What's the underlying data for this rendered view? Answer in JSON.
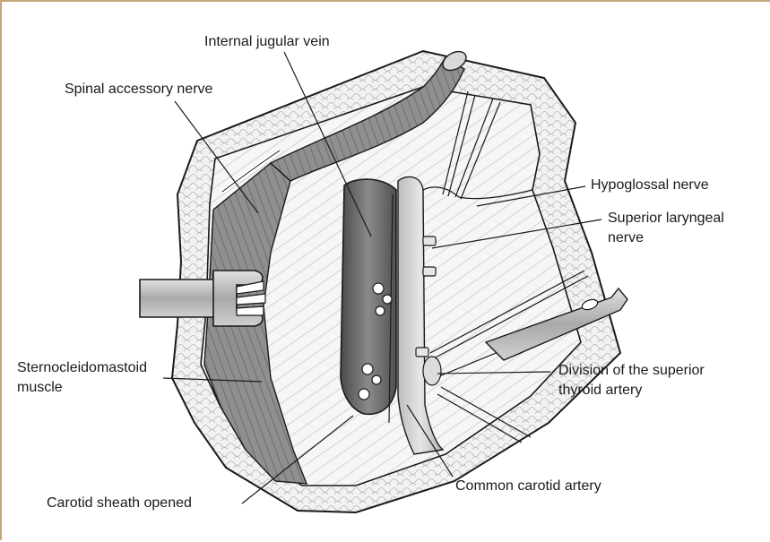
{
  "figure": {
    "labels": {
      "internal_jugular_vein": "Internal jugular vein",
      "spinal_accessory_nerve": "Spinal accessory nerve",
      "hypoglossal_nerve": "Hypoglossal nerve",
      "superior_laryngeal_nerve": [
        "Superior laryngeal",
        "nerve"
      ],
      "sternocleidomastoid_muscle": [
        "Sternocleidomastoid",
        "muscle"
      ],
      "division_superior_thyroid_artery": [
        "Division of the superior",
        "thyroid artery"
      ],
      "carotid_sheath_opened": "Carotid sheath opened",
      "common_carotid_artery": "Common carotid artery"
    },
    "colors": {
      "frame": "#c7a47a",
      "outline": "#1a1a1a",
      "skin_fill": "#efefef",
      "muscle_fill": "#8f8f8f",
      "vein_fill": "#6e6e6e",
      "artery_fill": "#d2d2d2",
      "tissue_fill": "#f4f4f4",
      "instrument_fill": "#bdbdbd"
    }
  }
}
